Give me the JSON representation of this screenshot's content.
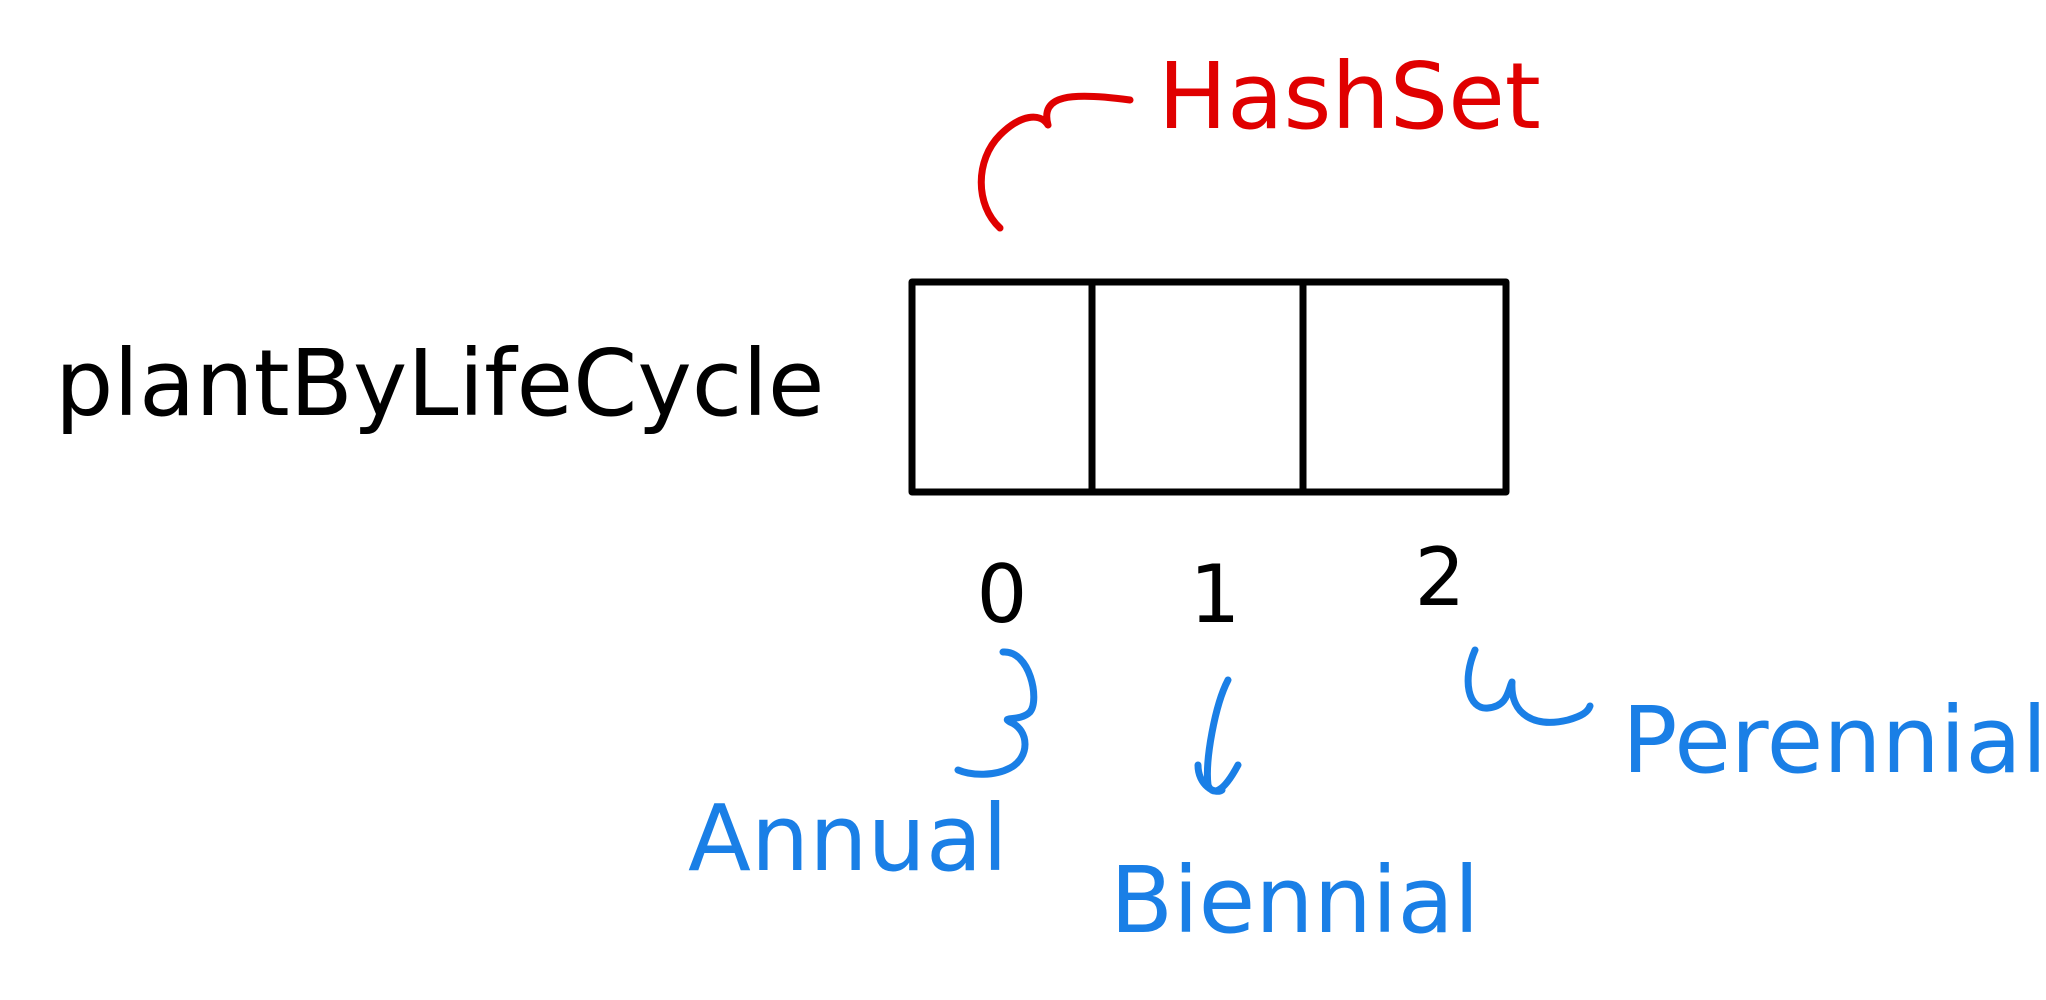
{
  "diagram": {
    "variable_label": "plantByLifeCycle",
    "annotation_label": "HashSet",
    "indices": [
      "0",
      "1",
      "2"
    ],
    "values": [
      "Annual",
      "Biennial",
      "Perennial"
    ]
  },
  "colors": {
    "ink": "#000000",
    "annotation": "#e00000",
    "values": "#1a7fe6",
    "background": "#ffffff"
  }
}
